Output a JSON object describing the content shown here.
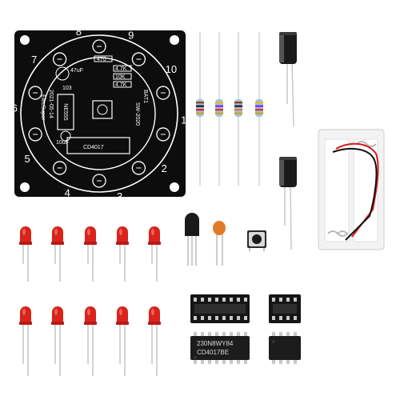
{
  "pcb": {
    "numbers": [
      "1",
      "2",
      "3",
      "4",
      "5",
      "6",
      "7",
      "8",
      "9",
      "10"
    ],
    "labels": {
      "ic2": "CD4017",
      "ic1": "NE555",
      "cap1": "47uF",
      "cap2": "10uF",
      "res1": "470",
      "res2": "4.7K",
      "res3": "10K",
      "res4": "4.7K",
      "ccap": "103",
      "switch": "SW-2020",
      "battery": "BAT1",
      "brand": "ElecSuper",
      "date": "2021-05-14"
    }
  },
  "chips": {
    "cd4017_marking_1": "230N8WY84",
    "cd4017_marking_2": "CD4017BE"
  },
  "colors": {
    "pcb": "#0d0d0d",
    "silkscreen": "#ffffff",
    "led": "#d8241c",
    "capacitor": "#1a1a1a",
    "resistor_body": "#9fc3e6",
    "battery_holder": "#f3f3f3",
    "ceramic_cap": "#e07a2a"
  }
}
